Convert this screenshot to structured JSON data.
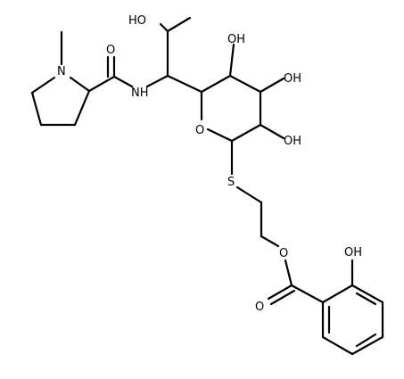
{
  "labels": {
    "ho_top": "HO",
    "oh_ring_upper": "OH",
    "oh_ring_right": "OH",
    "oh_ring_lower": "OH",
    "amide_o": "O",
    "pyrrolidine_n": "N",
    "nh": "NH",
    "ring_o": "O",
    "sulfur": "S",
    "ester_o": "O",
    "carbonyl_o": "O",
    "oh_phenol": "OH"
  }
}
